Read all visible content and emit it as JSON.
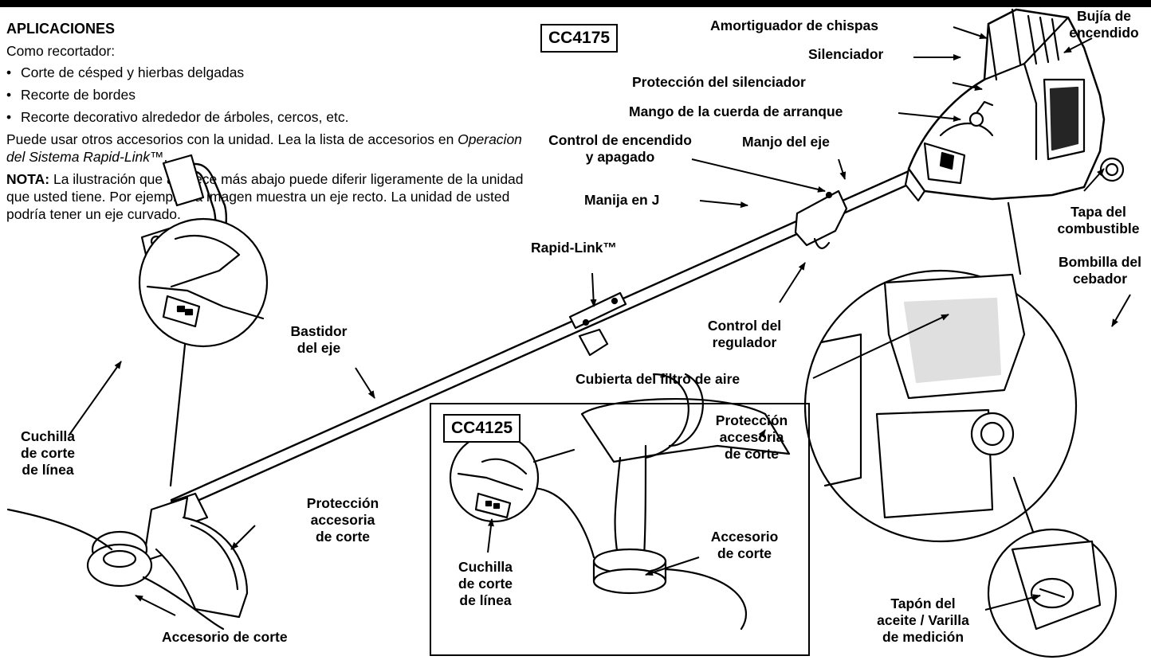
{
  "intro": {
    "heading": "APLICACIONES",
    "subheading": "Como recortador:",
    "bullets": [
      "Corte de césped y hierbas delgadas",
      "Recorte de bordes",
      "Recorte decorativo alrededor de árboles, cercos, etc."
    ],
    "accessories_pre": "Puede usar otros accesorios con la unidad. Lea la lista de accesorios en ",
    "accessories_italic": "Operacion del Sistema Rapid-Link",
    "accessories_post": "™.",
    "note_label": "NOTA:",
    "note_text": " La ilustración que aparece más abajo puede diferir ligeramente de la unidad que usted tiene. Por ejemplo, la imagen muestra un eje recto. La unidad de usted podría tener un eje curvado."
  },
  "models": {
    "main": "CC4175",
    "inset": "CC4125"
  },
  "labels": {
    "spark_arrestor": "Amortiguador de chispas",
    "spark_plug_1": "Bujía de",
    "spark_plug_2": "encendido",
    "muffler": "Silenciador",
    "muffler_guard": "Protección del silenciador",
    "starter_handle": "Mango de la cuerda de arranque",
    "onoff_1": "Control de encendido",
    "onoff_2": "y apagado",
    "shaft_handle": "Manjo del eje",
    "j_handle": "Manija en J",
    "fuel_cap_1": "Tapa del",
    "fuel_cap_2": "combustible",
    "primer_1": "Bombilla del",
    "primer_2": "cebador",
    "rapid_link": "Rapid-Link™",
    "throttle_1": "Control del",
    "throttle_2": "regulador",
    "air_filter": "Cubierta del filtro de aire",
    "shaft_housing_1": "Bastidor",
    "shaft_housing_2": "del eje",
    "line_blade_1": "Cuchilla",
    "line_blade_2": "de corte",
    "line_blade_3": "de línea",
    "guard_1": "Protección",
    "guard_2": "accesoria",
    "guard_3": "de corte",
    "attachment_bottom": "Accesorio de corte",
    "inset_guard_1": "Protección",
    "inset_guard_2": "accesoria",
    "inset_guard_3": "de corte",
    "inset_attachment_1": "Accesorio",
    "inset_attachment_2": "de corte",
    "inset_blade_1": "Cuchilla",
    "inset_blade_2": "de corte",
    "inset_blade_3": "de línea",
    "oil_cap_1": "Tapón del",
    "oil_cap_2": "aceite / Varilla",
    "oil_cap_3": "de medición"
  }
}
